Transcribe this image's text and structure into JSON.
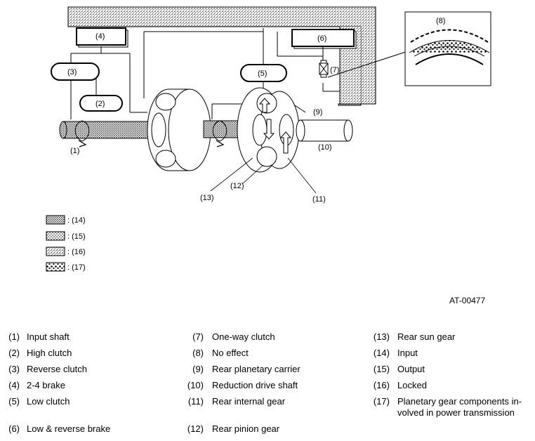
{
  "diagram": {
    "callouts": {
      "c1": "(1)",
      "c2": "(2)",
      "c3": "(3)",
      "c4": "(4)",
      "c5": "(5)",
      "c6": "(6)",
      "c7": "(7)",
      "c8": "(8)",
      "c9": "(9)",
      "c10": "(10)",
      "c11": "(11)",
      "c12": "(12)",
      "c13": "(13)"
    },
    "pattern_key": [
      {
        "label": ": (14)",
        "pattern": "dense-dots"
      },
      {
        "label": ": (15)",
        "pattern": "fine-dots"
      },
      {
        "label": ": (16)",
        "pattern": "stipple"
      },
      {
        "label": ": (17)",
        "pattern": "coarse-blobs"
      }
    ],
    "code": "AT-00477"
  },
  "legend": {
    "col1": [
      {
        "num": "(1)",
        "text": "Input shaft"
      },
      {
        "num": "(2)",
        "text": "High clutch"
      },
      {
        "num": "(3)",
        "text": "Reverse clutch"
      },
      {
        "num": "(4)",
        "text": "2-4 brake"
      },
      {
        "num": "(5)",
        "text": "Low clutch"
      },
      {
        "num": "(6)",
        "text": "Low & reverse brake"
      }
    ],
    "col2": [
      {
        "num": "(7)",
        "text": "One-way clutch"
      },
      {
        "num": "(8)",
        "text": "No effect"
      },
      {
        "num": "(9)",
        "text": "Rear planetary carrier"
      },
      {
        "num": "(10)",
        "text": "Reduction drive shaft"
      },
      {
        "num": "(11)",
        "text": "Rear internal gear"
      },
      {
        "num": "(12)",
        "text": "Rear pinion gear"
      }
    ],
    "col3": [
      {
        "num": "(13)",
        "text": "Rear sun gear"
      },
      {
        "num": "(14)",
        "text": "Input"
      },
      {
        "num": "(15)",
        "text": "Output"
      },
      {
        "num": "(16)",
        "text": "Locked"
      },
      {
        "num": "(17)",
        "text": "Planetary gear components in-"
      },
      {
        "num": "",
        "text": "volved in power transmission"
      }
    ]
  }
}
